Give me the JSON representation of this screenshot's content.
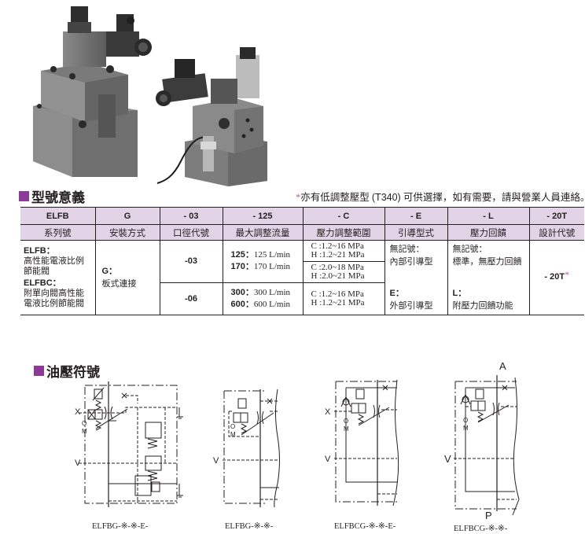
{
  "photos": [
    {
      "name": "ELFBG valve product photo",
      "alt": "Large grey valve body with solenoid and pilot"
    },
    {
      "name": "ELFBCG valve product photo",
      "alt": "Valve with solenoid, pilot and pressure sensor cable"
    }
  ],
  "model_section": {
    "title": "型號意義",
    "note_star": "*",
    "note_pre": "亦有低調整壓型 ",
    "note_code": "(T340)",
    "note_post": " 可供選擇，如有需要，請與營業人員連絡。"
  },
  "model_table": {
    "codes": [
      "ELFB",
      "G",
      "- 03",
      "- 125",
      "- C",
      "- E",
      "- L",
      "- 20T"
    ],
    "labels": [
      "系列號",
      "安裝方式",
      "口徑代號",
      "最大調整流量",
      "壓力調整範圍",
      "引導型式",
      "壓力回饋",
      "設計代號"
    ],
    "series": [
      {
        "code": "ELFB：",
        "desc_1": "高性能電液比例",
        "desc_2": "節能閥"
      },
      {
        "code": "ELFBC：",
        "desc_1": "附單向閥高性能",
        "desc_2": "電液比例節能閥"
      }
    ],
    "mounting": {
      "code": "G：",
      "desc": "板式連接"
    },
    "sizes": [
      "-03",
      "-06"
    ],
    "flows": [
      [
        {
          "code": "125",
          "sep": "：",
          "value": "125 L/min"
        },
        {
          "code": "170",
          "sep": "：",
          "value": "170 L/min"
        }
      ],
      [
        {
          "code": "300",
          "sep": "：",
          "value": "300 L/min"
        },
        {
          "code": "600",
          "sep": "：",
          "value": "600 L/min"
        }
      ]
    ],
    "pressures": [
      [
        "C :1.2~16 MPa",
        "H :1.2~21 MPa"
      ],
      [
        "C :2.0~18 MPa",
        "H :2.0~21 MPa"
      ],
      [
        "C :1.2~16 MPa",
        "H :1.2~21 MPa"
      ]
    ],
    "pilot": {
      "internal_code": "無記號：",
      "internal_desc": "內部引導型",
      "external_code": "E：",
      "external_desc": "外部引導型"
    },
    "feedback": {
      "none_code": "無記號：",
      "none_desc": "標準，無壓力回饋",
      "with_code": "L：",
      "with_desc": "附壓力回饋功能"
    },
    "design": {
      "code": "- 20T",
      "star": "*"
    }
  },
  "symbol_section": {
    "title": "油壓符號",
    "diagrams": [
      {
        "caption": "ELFBG-※-※-E-",
        "ports": [
          "X",
          "V",
          "O",
          "M"
        ]
      },
      {
        "caption": "ELFBG-※-※-",
        "ports": [
          "V",
          "O",
          "M"
        ]
      },
      {
        "caption": "ELFBCG-※-※-E-",
        "ports": [
          "X",
          "V",
          "O",
          "M"
        ]
      },
      {
        "caption": "ELFBCG-※-※-",
        "ports": [
          "A",
          "V",
          "P",
          "O",
          "M"
        ]
      }
    ]
  },
  "colors": {
    "accent_purple": "#8b3a96",
    "table_header_bg": "#e3d3e6",
    "star": "#b05cb5"
  }
}
